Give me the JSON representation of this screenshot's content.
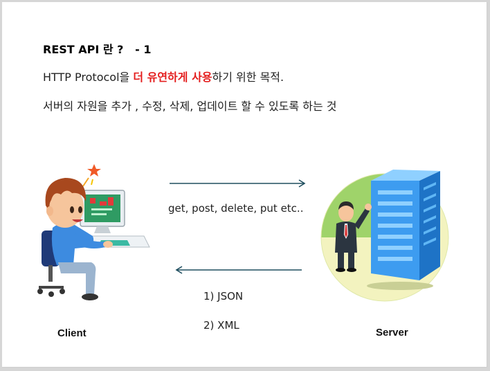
{
  "slide": {
    "title": "REST API 란 ?   - 1",
    "line1": {
      "before": "HTTP Protocol을 ",
      "highlight": "더 유연하게 사용",
      "after": "하기 위한 목적."
    },
    "line2": "서버의 자원을 추가 , 수정, 삭제, 업데이트 할 수 있도록 하는 것"
  },
  "diagram": {
    "request_label": "get, post, delete, put etc..",
    "response_formats": [
      "1) JSON",
      "2) XML"
    ],
    "client_label": "Client",
    "server_label": "Server",
    "colors": {
      "arrow": "#1f4e5f",
      "highlight": "#e41e1e",
      "building": "#2f8fe0",
      "server_bg": "#9fd36a"
    }
  }
}
